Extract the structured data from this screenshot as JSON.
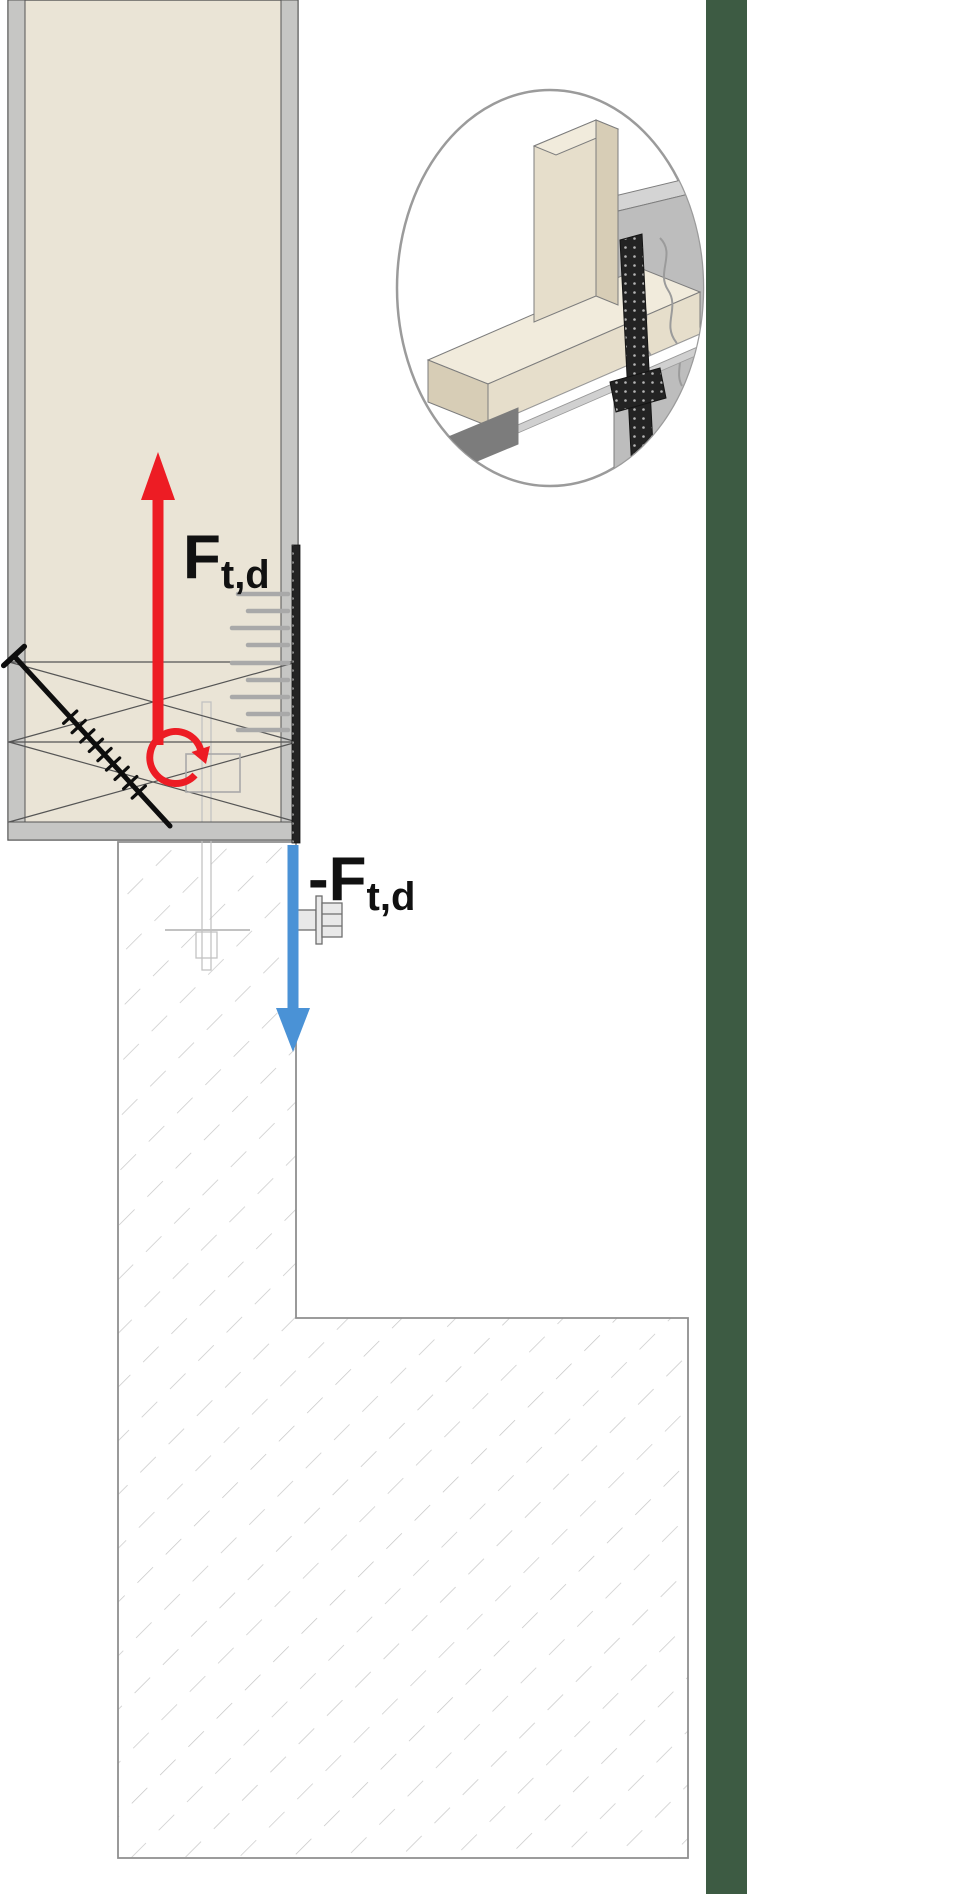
{
  "labels": {
    "force_up_main": "F",
    "force_up_sub": "t,d",
    "force_down_main": "-F",
    "force_down_sub": "t,d"
  },
  "colors": {
    "force-up": "#ed1c24",
    "force-down": "#4a92d6",
    "stripe-green": "#3d5b43",
    "wall-beige": "#eae4d6",
    "frame-gray": "#c6c6c4",
    "outline-dark": "#555555",
    "strap-dark": "#232323",
    "strap-dot": "#b5b5b5",
    "concrete-outline": "#8f8f8f",
    "hatch-gray": "#c6c6c6",
    "fastener-gray": "#a9a9a9",
    "faint-gray": "#c2c2c2",
    "hardware-gray": "#6e6e6e",
    "hardware-fill": "#e9e9e9",
    "screw-black": "#0e0e0e",
    "ink": "#111111",
    "inset-border": "#9b9b9b",
    "inset-top-beige": "#f1ebdc",
    "inset-face-beige": "#e6decb",
    "inset-side-beige": "#d7cdb6",
    "inset-panel-gray": "#bdbdbd",
    "inset-panel-top": "#d4d4d4",
    "inset-block-gray": "#7c7c7c",
    "inset-edge": "#7d7d7d"
  }
}
